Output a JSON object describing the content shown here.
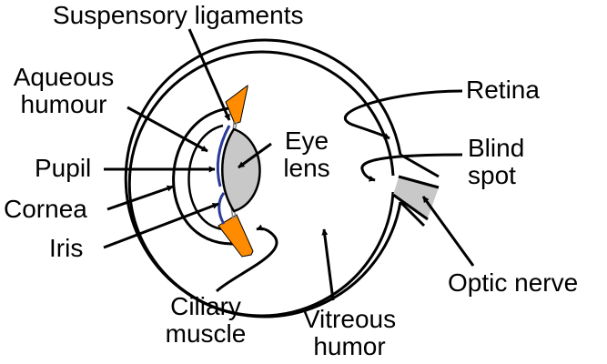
{
  "labels": {
    "suspensory_ligaments": "Suspensory ligaments",
    "aqueous_humour_line1": "Aqueous",
    "aqueous_humour_line2": "humour",
    "pupil": "Pupil",
    "cornea": "Cornea",
    "iris": "Iris",
    "eye_lens_line1": "Eye",
    "eye_lens_line2": "lens",
    "retina": "Retina",
    "blind_spot_line1": "Blind",
    "blind_spot_line2": "spot",
    "optic_nerve": "Optic nerve",
    "ciliary_muscle_line1": "Ciliary",
    "ciliary_muscle_line2": "muscle",
    "vitreous_humor_line1": "Vitreous",
    "vitreous_humor_line2": "humor"
  },
  "colors": {
    "ciliary_muscle": "#ff8c00",
    "lens": "#c8c8c8",
    "optic_nerve": "#c8c8c8",
    "iris": "#2a3a9a",
    "outline": "#000000"
  }
}
